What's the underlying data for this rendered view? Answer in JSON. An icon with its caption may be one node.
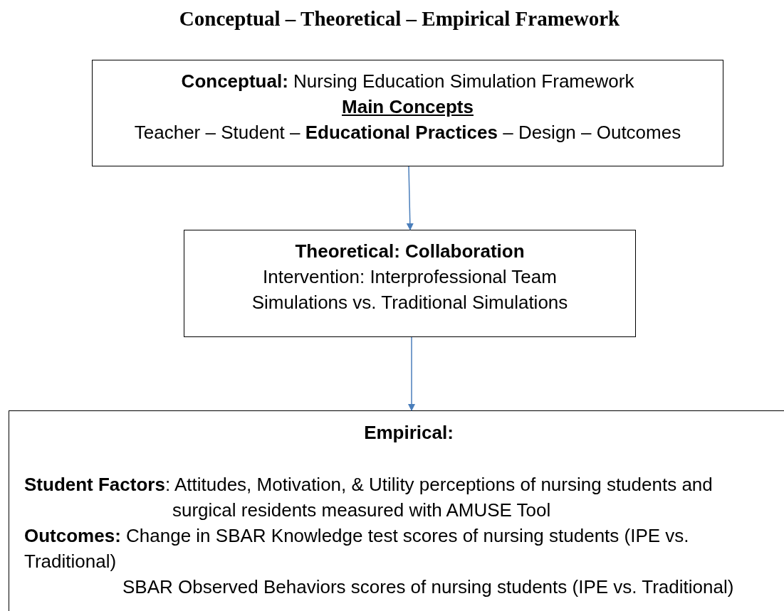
{
  "diagram": {
    "title": "Conceptual – Theoretical – Empirical Framework",
    "nodes": [
      {
        "text": [
          "**Conceptual:** Nursing Education Simulation Framework",
          "Main Concepts",
          "Teacher – Student – **Educational Practices** – Design – Outcomes"
        ]
      },
      {
        "text": [
          "Theoretical: Collaboration",
          "Intervention: Interprofessional Team Simulations vs. Traditional Simulations"
        ]
      },
      {
        "text": [
          "Empirical:",
          "**Student Factors**: Attitudes, Motivation, & Utility perceptions of nursing students and surgical residents measured with AMUSE Tool",
          "**Outcomes:** Change in SBAR Knowledge test scores of nursing students (IPE vs. Traditional)",
          "SBAR Observed Behaviors scores of nursing students (IPE vs. Traditional)"
        ]
      }
    ],
    "edges": [
      {
        "from": 0,
        "to": 1,
        "arrow": "to"
      },
      {
        "from": 1,
        "to": 2,
        "arrow": "to"
      }
    ]
  }
}
